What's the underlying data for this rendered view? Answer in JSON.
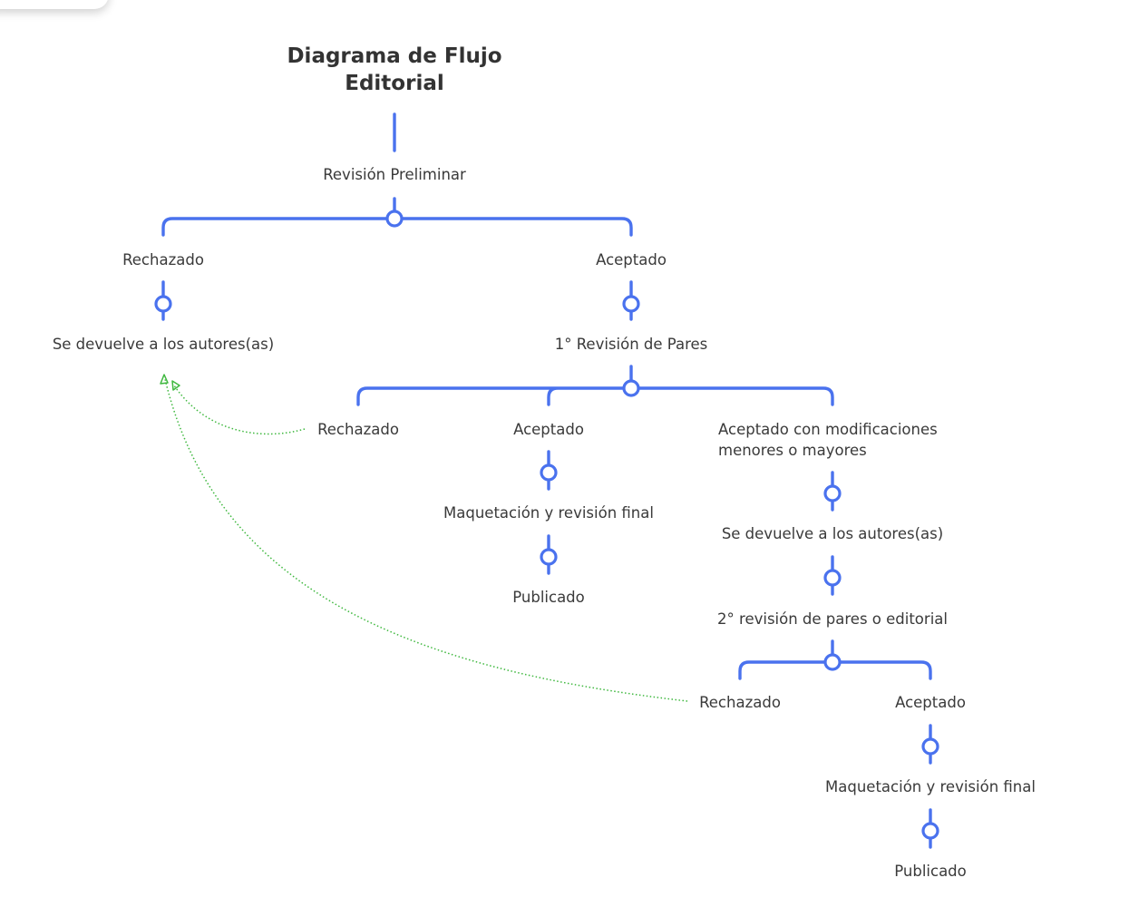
{
  "title": {
    "line1": "Diagrama de Flujo",
    "line2": "Editorial"
  },
  "nodes": {
    "revision_preliminar": "Revisión Preliminar",
    "rechazado_1": "Rechazado",
    "aceptado_1": "Aceptado",
    "devuelve_1": "Se devuelve a los autores(as)",
    "revision_pares_1": "1° Revisión de Pares",
    "rechazado_2": "Rechazado",
    "aceptado_2": "Aceptado",
    "aceptado_mod_line1": "Aceptado con modificaciones",
    "aceptado_mod_line2": "menores o mayores",
    "maquetacion_1": "Maquetación y revisión final",
    "devuelve_2": "Se devuelve a los autores(as)",
    "publicado_1": "Publicado",
    "revision_pares_2": "2° revisión de pares o editorial",
    "rechazado_3": "Rechazado",
    "aceptado_3": "Aceptado",
    "maquetacion_2": "Maquetación y revisión final",
    "publicado_2": "Publicado"
  },
  "colors": {
    "connector": "#4a72ee",
    "relationship": "#3fb83f",
    "text": "#333333"
  }
}
